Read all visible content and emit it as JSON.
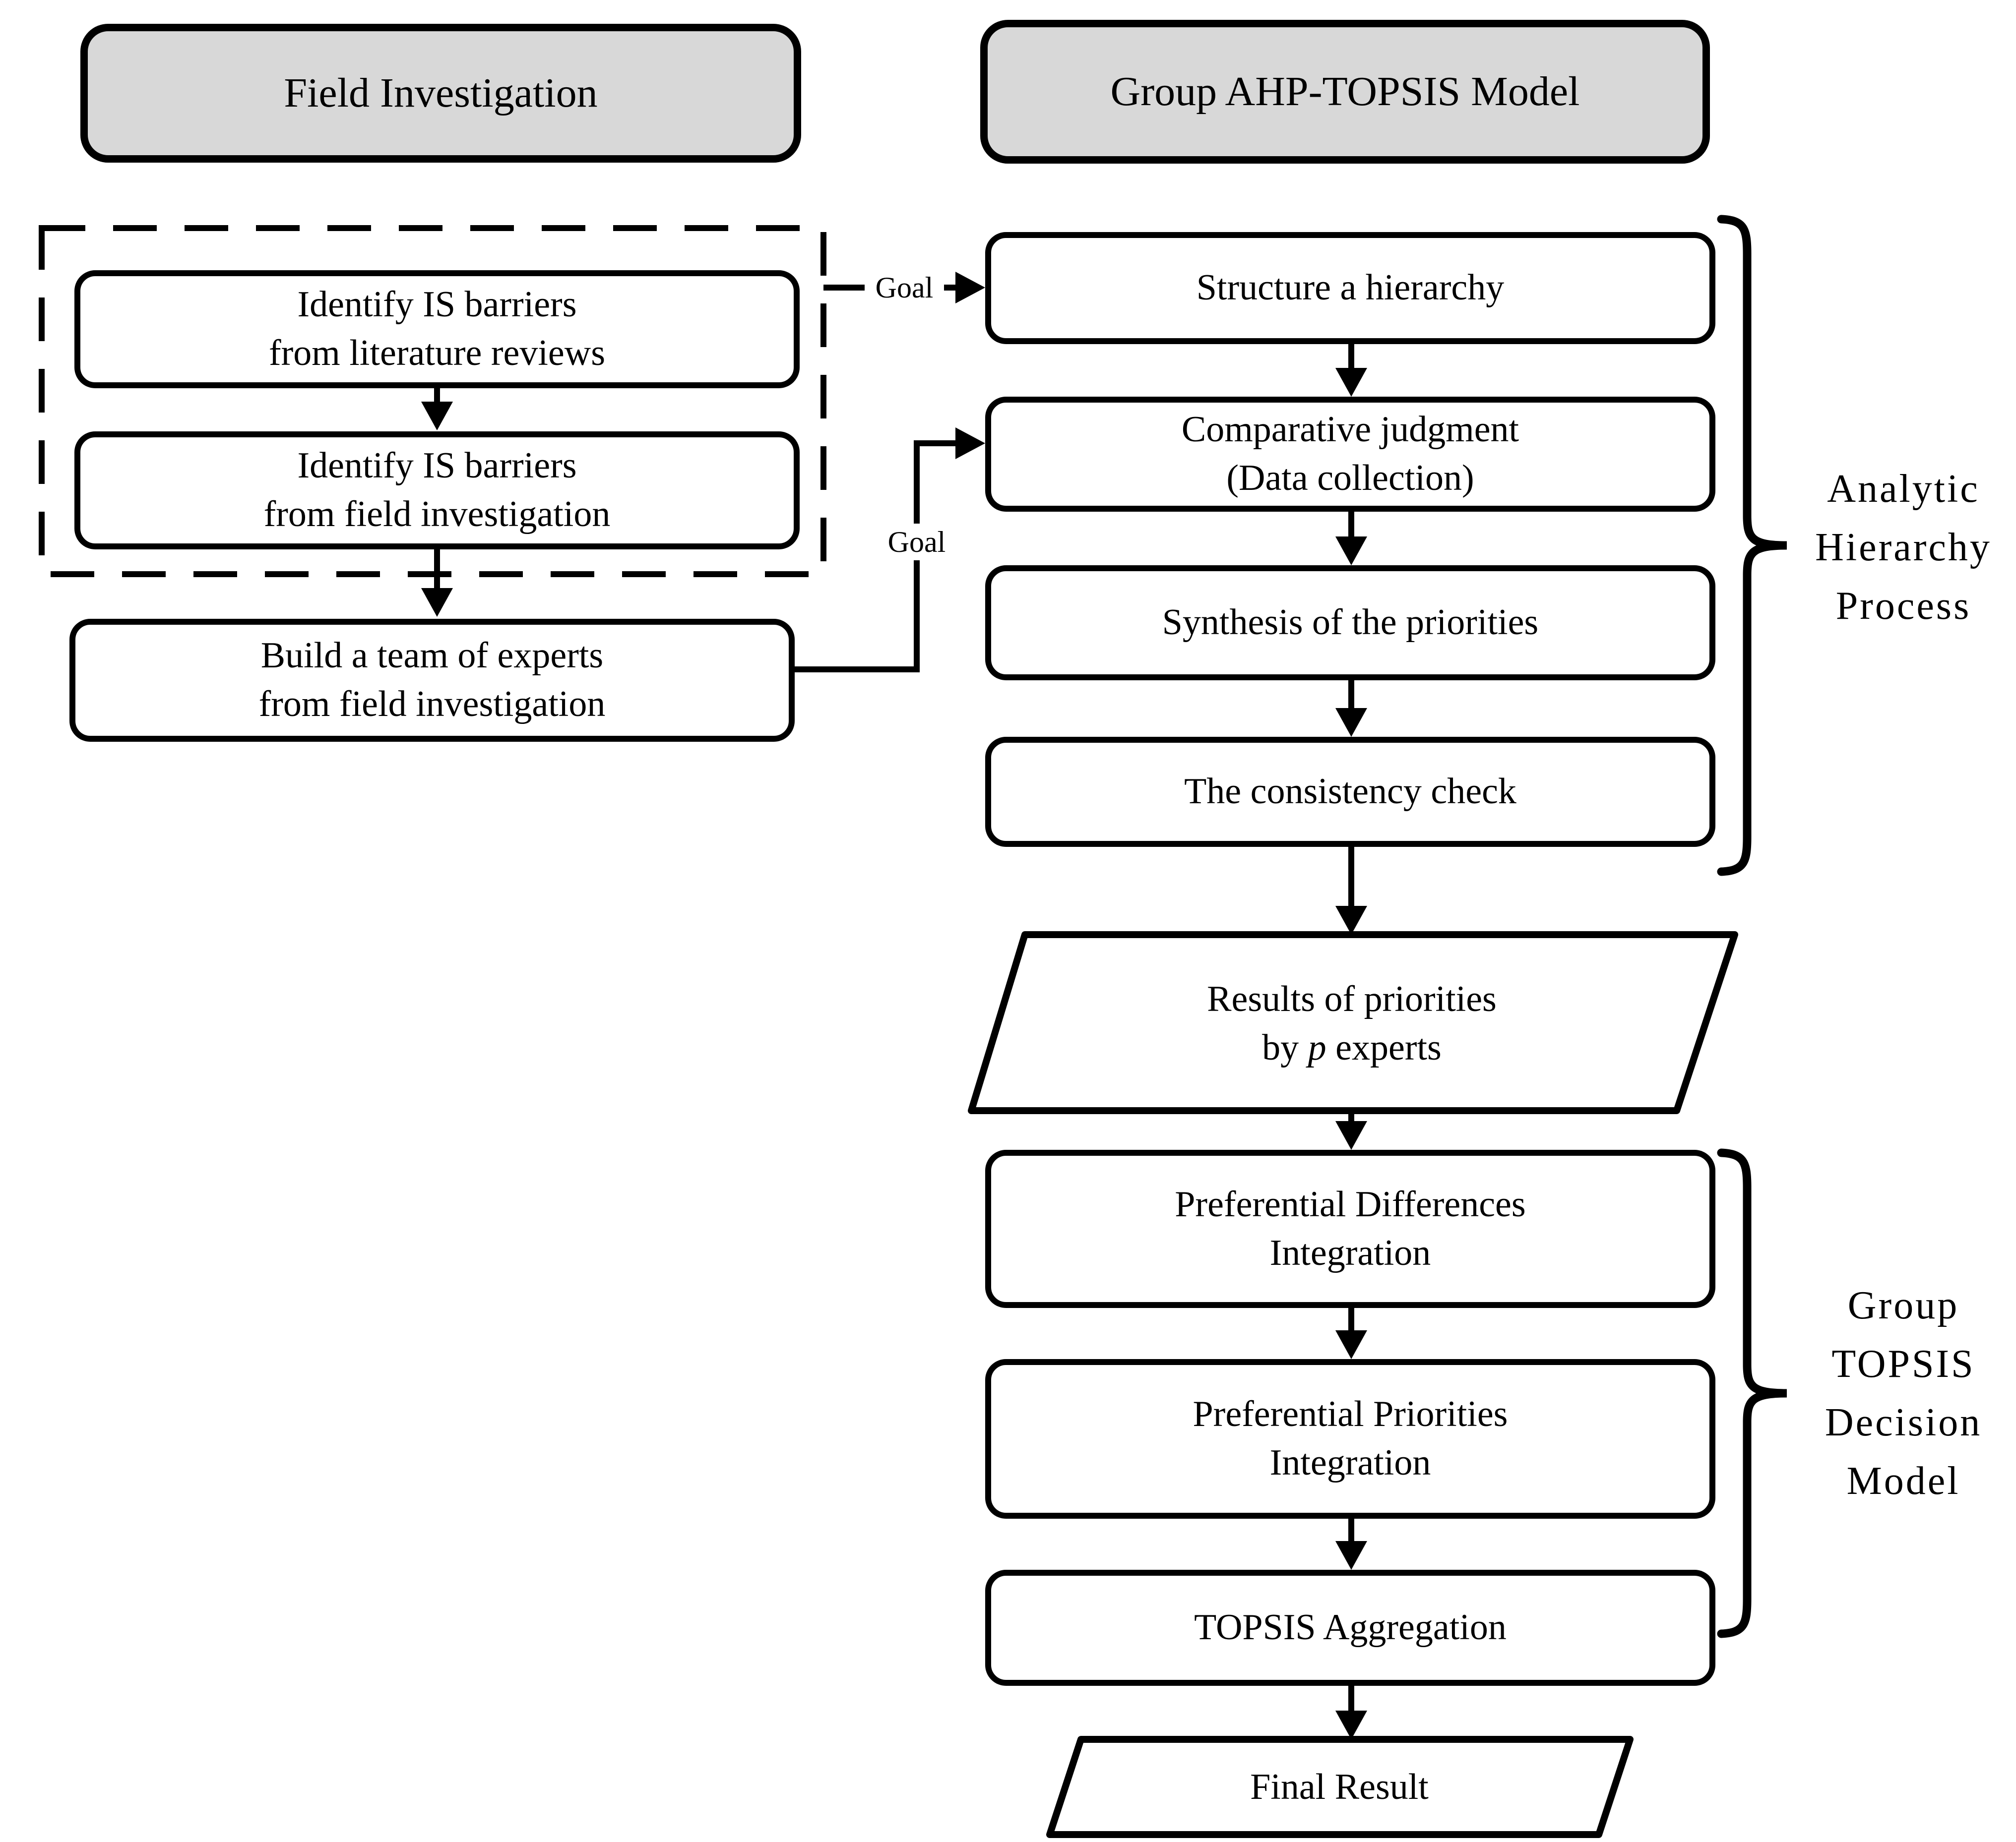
{
  "headers": {
    "left": "Field Investigation",
    "right": "Group AHP-TOPSIS Model"
  },
  "left_column": {
    "identify_literature": "Identify IS barriers\nfrom literature reviews",
    "identify_field": "Identify IS barriers\nfrom field investigation",
    "build_team": "Build a team of experts\nfrom field investigation"
  },
  "right_column": {
    "structure_hierarchy": "Structure a hierarchy",
    "comparative_judgment": "Comparative judgment\n(Data collection)",
    "synthesis_priorities": "Synthesis of the priorities",
    "consistency_check": "The consistency check",
    "results": {
      "line1": "Results of priorities",
      "line2_pre": "by ",
      "line2_italic": "p",
      "line2_post": " experts"
    },
    "preferential_differences": "Preferential Differences\nIntegration",
    "preferential_priorities": "Preferential Priorities\nIntegration",
    "topsis_aggregation": "TOPSIS Aggregation",
    "final_result": "Final Result"
  },
  "labels": {
    "goal1": "Goal",
    "goal2": "Goal",
    "brace_ahp": "Analytic\nHierarchy\nProcess",
    "brace_topsis": "Group\nTOPSIS\nDecision\nModel"
  },
  "colors": {
    "header_fill": "#d8d8d8",
    "line": "#000000",
    "background": "#ffffff"
  }
}
